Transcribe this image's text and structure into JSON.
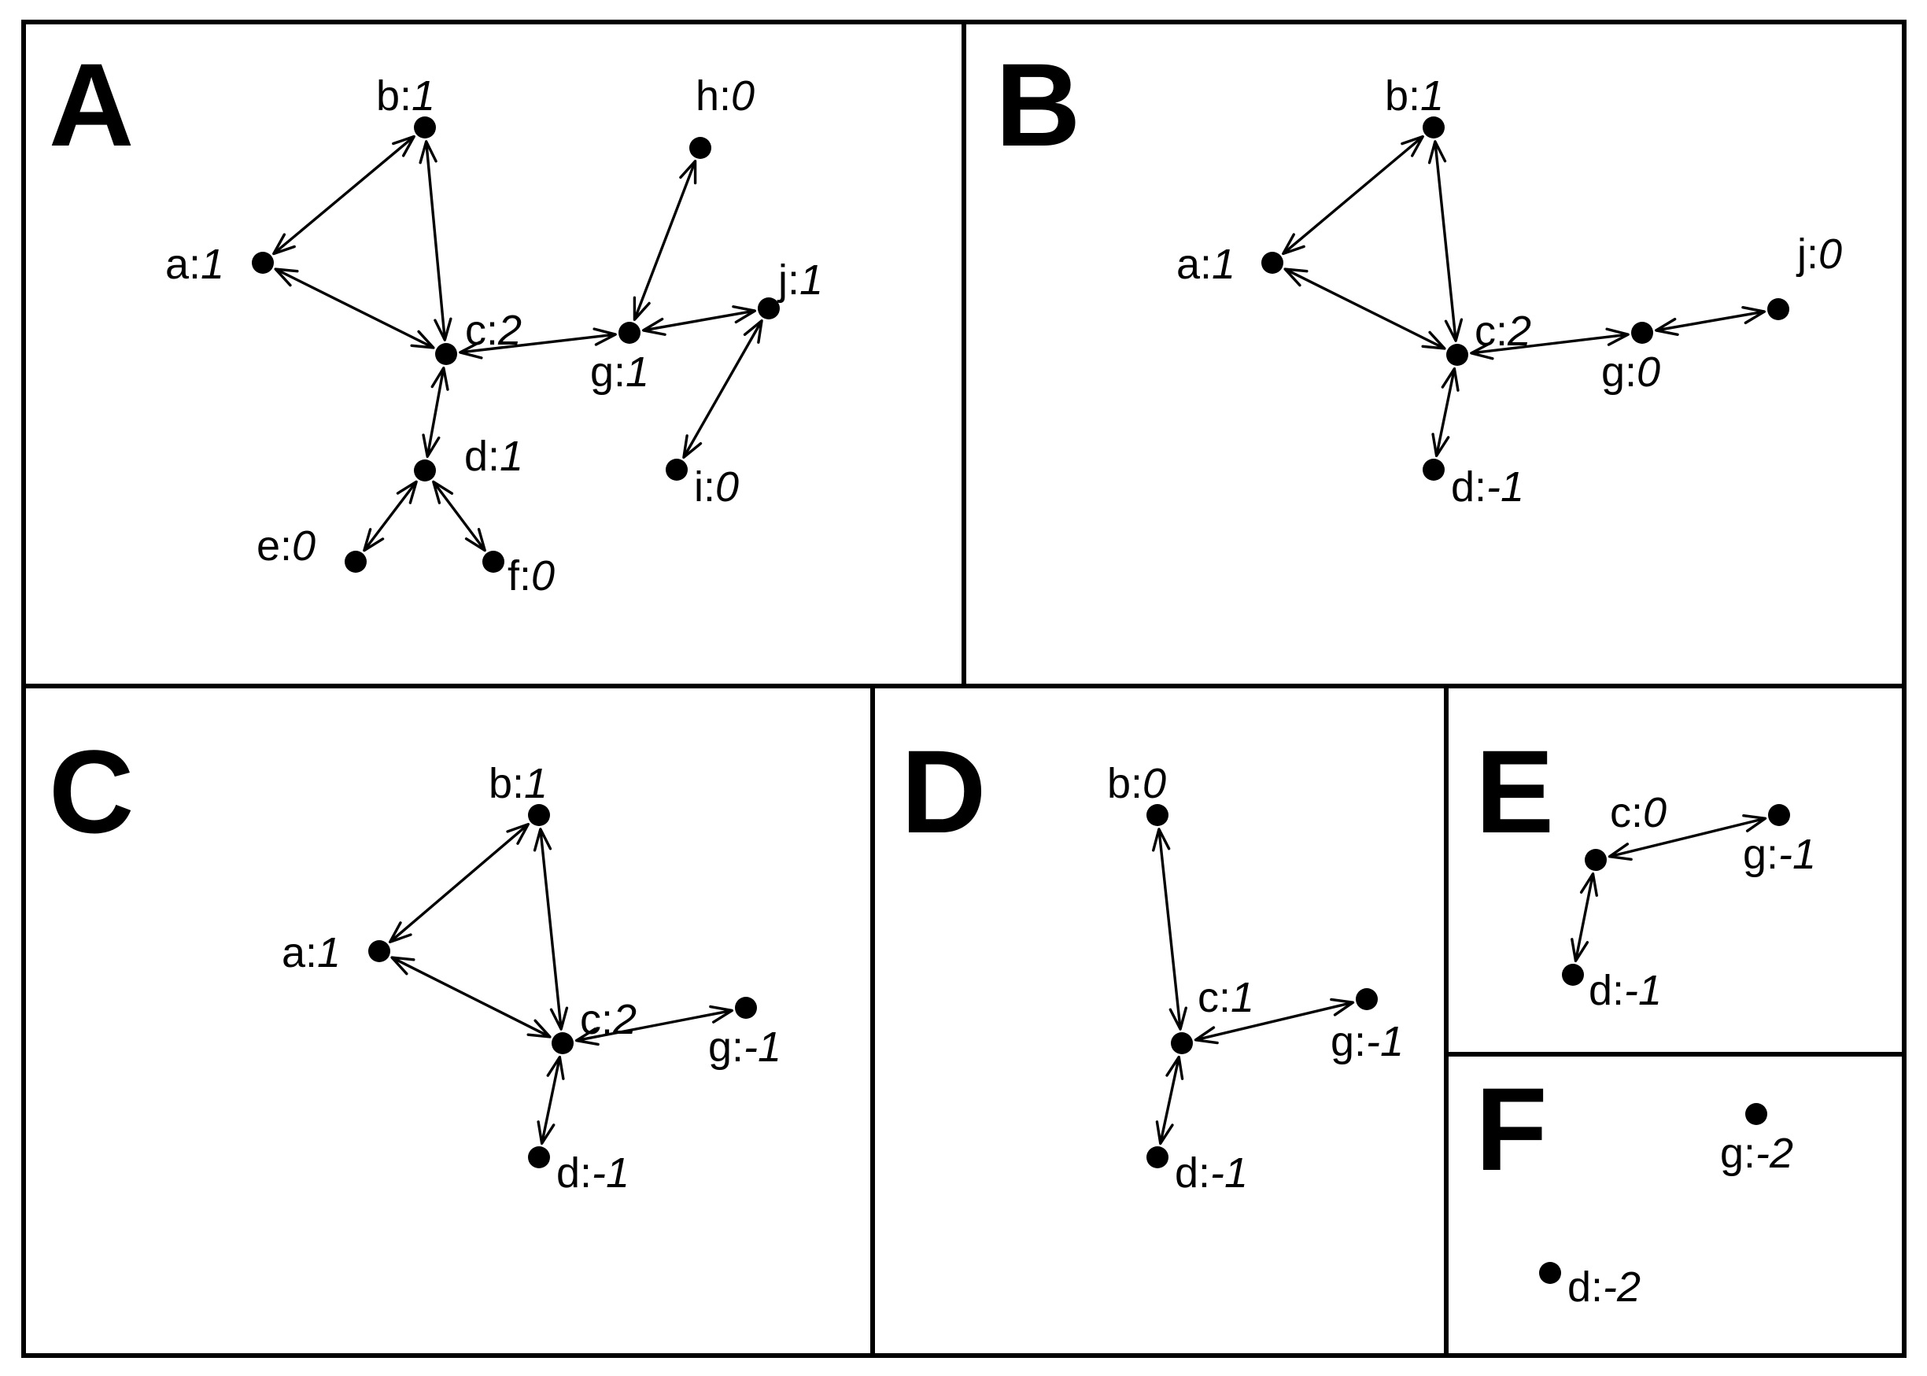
{
  "panels": [
    {
      "id": "A",
      "letter": "A",
      "nodes": [
        {
          "id": "b",
          "name": "b",
          "value": "1"
        },
        {
          "id": "h",
          "name": "h",
          "value": "0"
        },
        {
          "id": "a",
          "name": "a",
          "value": "1"
        },
        {
          "id": "c",
          "name": "c",
          "value": "2"
        },
        {
          "id": "g",
          "name": "g",
          "value": "1"
        },
        {
          "id": "j",
          "name": "j",
          "value": "1"
        },
        {
          "id": "d",
          "name": "d",
          "value": "1"
        },
        {
          "id": "i",
          "name": "i",
          "value": "0"
        },
        {
          "id": "e",
          "name": "e",
          "value": "0"
        },
        {
          "id": "f",
          "name": "f",
          "value": "0"
        }
      ],
      "edges": [
        [
          "a",
          "b"
        ],
        [
          "b",
          "c"
        ],
        [
          "a",
          "c"
        ],
        [
          "c",
          "g"
        ],
        [
          "g",
          "h"
        ],
        [
          "g",
          "j"
        ],
        [
          "j",
          "i"
        ],
        [
          "c",
          "d"
        ],
        [
          "d",
          "e"
        ],
        [
          "d",
          "f"
        ]
      ]
    },
    {
      "id": "B",
      "letter": "B",
      "nodes": [
        {
          "id": "b",
          "name": "b",
          "value": "1"
        },
        {
          "id": "a",
          "name": "a",
          "value": "1"
        },
        {
          "id": "c",
          "name": "c",
          "value": "2"
        },
        {
          "id": "g",
          "name": "g",
          "value": "0"
        },
        {
          "id": "j",
          "name": "j",
          "value": "0"
        },
        {
          "id": "d",
          "name": "d",
          "value": "-1"
        }
      ],
      "edges": [
        [
          "a",
          "b"
        ],
        [
          "b",
          "c"
        ],
        [
          "a",
          "c"
        ],
        [
          "c",
          "g"
        ],
        [
          "g",
          "j"
        ],
        [
          "c",
          "d"
        ]
      ]
    },
    {
      "id": "C",
      "letter": "C",
      "nodes": [
        {
          "id": "b",
          "name": "b",
          "value": "1"
        },
        {
          "id": "a",
          "name": "a",
          "value": "1"
        },
        {
          "id": "c",
          "name": "c",
          "value": "2"
        },
        {
          "id": "g",
          "name": "g",
          "value": "-1"
        },
        {
          "id": "d",
          "name": "d",
          "value": "-1"
        }
      ],
      "edges": [
        [
          "a",
          "b"
        ],
        [
          "b",
          "c"
        ],
        [
          "a",
          "c"
        ],
        [
          "c",
          "g"
        ],
        [
          "c",
          "d"
        ]
      ]
    },
    {
      "id": "D",
      "letter": "D",
      "nodes": [
        {
          "id": "b",
          "name": "b",
          "value": "0"
        },
        {
          "id": "c",
          "name": "c",
          "value": "1"
        },
        {
          "id": "g",
          "name": "g",
          "value": "-1"
        },
        {
          "id": "d",
          "name": "d",
          "value": "-1"
        }
      ],
      "edges": [
        [
          "b",
          "c"
        ],
        [
          "c",
          "g"
        ],
        [
          "c",
          "d"
        ]
      ]
    },
    {
      "id": "E",
      "letter": "E",
      "nodes": [
        {
          "id": "c",
          "name": "c",
          "value": "0"
        },
        {
          "id": "g",
          "name": "g",
          "value": "-1"
        },
        {
          "id": "d",
          "name": "d",
          "value": "-1"
        }
      ],
      "edges": [
        [
          "c",
          "g"
        ],
        [
          "c",
          "d"
        ]
      ]
    },
    {
      "id": "F",
      "letter": "F",
      "nodes": [
        {
          "id": "g",
          "name": "g",
          "value": "-2"
        },
        {
          "id": "d",
          "name": "d",
          "value": "-2"
        }
      ],
      "edges": []
    }
  ]
}
